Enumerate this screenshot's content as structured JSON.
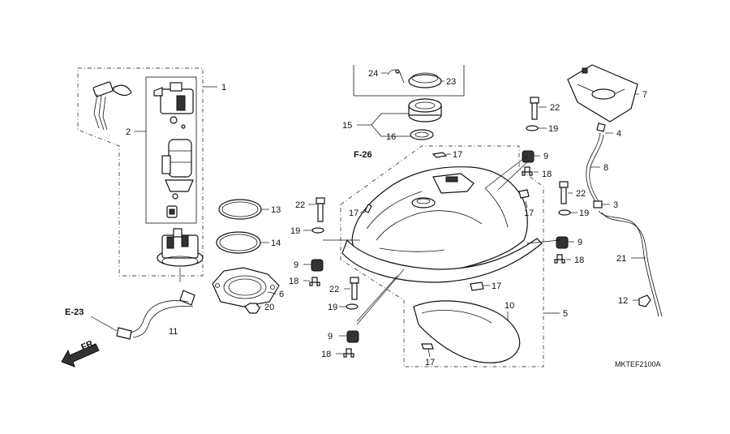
{
  "diagram": {
    "drawing_code": "MKTEF2100A",
    "reference_labels": {
      "f26": "F-26",
      "e23": "E-23"
    },
    "direction_arrow": {
      "label": "FR.",
      "icon": "front-direction-arrow-icon"
    },
    "callouts": {
      "c1": "1",
      "c2": "2",
      "c3": "3",
      "c4": "4",
      "c5": "5",
      "c6": "6",
      "c7": "7",
      "c8": "8",
      "c9a": "9",
      "c9b": "9",
      "c9c": "9",
      "c9d": "9",
      "c10": "10",
      "c11": "11",
      "c12": "12",
      "c13": "13",
      "c14": "14",
      "c15": "15",
      "c16": "16",
      "c17a": "17",
      "c17b": "17",
      "c17c": "17",
      "c17d": "17",
      "c17e": "17",
      "c18a": "18",
      "c18b": "18",
      "c18c": "18",
      "c18d": "18",
      "c19a": "19",
      "c19b": "19",
      "c19c": "19",
      "c19d": "19",
      "c20": "20",
      "c21": "21",
      "c22a": "22",
      "c22b": "22",
      "c22c": "22",
      "c22d": "22",
      "c23": "23",
      "c24": "24"
    }
  }
}
